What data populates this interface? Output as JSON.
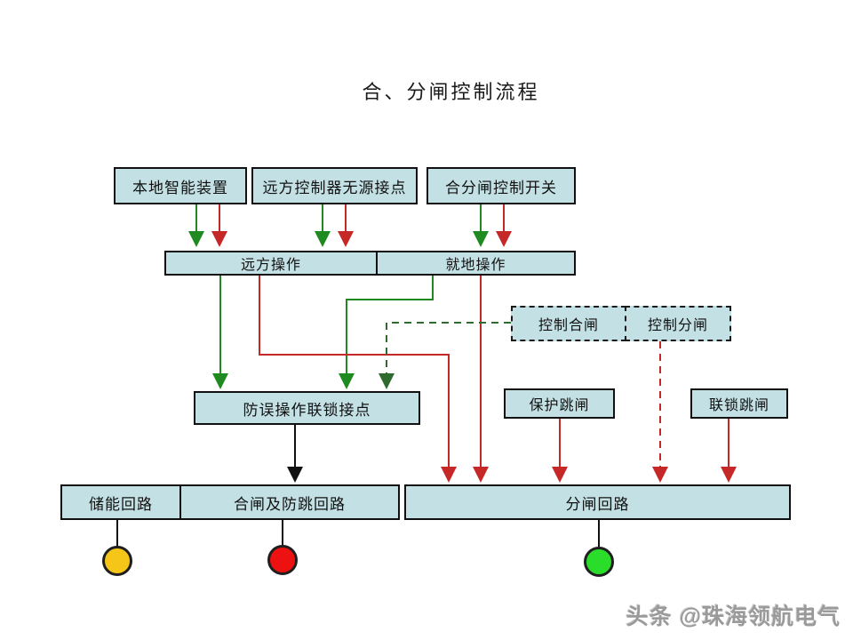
{
  "title": "合、分闸控制流程",
  "watermark": "头条 @珠海领航电气",
  "colors": {
    "node_fill": "#c3e0e4",
    "closing_path_green": "#1f8a1f",
    "opening_path_red": "#c62828",
    "interlock_dashed_green": "#2f6b2f",
    "neutral_line_black": "#111111",
    "lamp_yellow": "#f5c518",
    "lamp_red": "#ee1111",
    "lamp_green": "#2bdd2b"
  },
  "nodes": {
    "local_device": "本地智能装置",
    "remote_contact": "远方控制器无源接点",
    "control_switch": "合分闸控制开关",
    "remote_operation": "远方操作",
    "local_operation": "就地操作",
    "control_close": "控制合闸",
    "control_open": "控制分闸",
    "interlock_contact": "防误操作联锁接点",
    "protection_trip": "保护跳闸",
    "interlock_trip": "联锁跳闸",
    "storage_circuit": "储能回路",
    "closing_circuit": "合闸及防跳回路",
    "opening_circuit": "分闸回路"
  }
}
